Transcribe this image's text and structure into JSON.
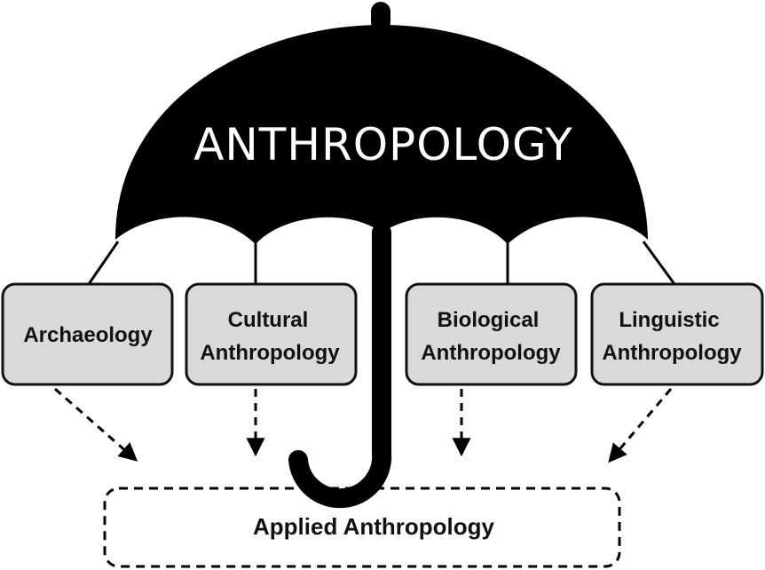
{
  "umbrella": {
    "title": "ANTHROPOLOGY"
  },
  "subfields": [
    {
      "line1": "Archaeology",
      "line2": ""
    },
    {
      "line1": "Cultural",
      "line2": "Anthropology"
    },
    {
      "line1": "Biological",
      "line2": "Anthropology"
    },
    {
      "line1": "Linguistic",
      "line2": "Anthropology"
    }
  ],
  "applied": {
    "label": "Applied Anthropology"
  },
  "colors": {
    "umbrella": "#000000",
    "box_fill": "#d9d9d9",
    "box_stroke": "#111111",
    "text": "#111111",
    "title_text": "#ffffff"
  }
}
